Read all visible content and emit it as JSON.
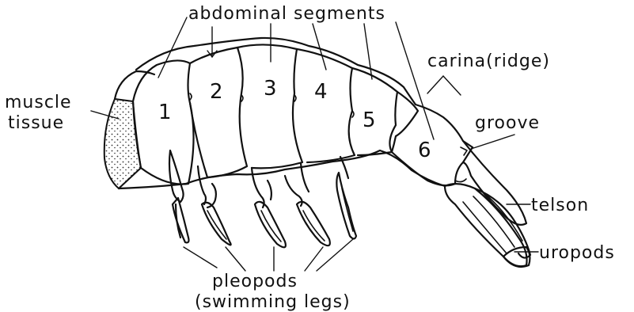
{
  "labels": {
    "abdominal_segments": "abdominal segments",
    "muscle": "muscle",
    "tissue": "tissue",
    "carina": "carina(ridge)",
    "groove": "groove",
    "telson": "telson",
    "uropods": "uropods",
    "pleopods": "pleopods",
    "swimming_legs": "(swimming legs)"
  },
  "segment_numbers": [
    "1",
    "2",
    "3",
    "4",
    "5",
    "6"
  ],
  "colors": {
    "ink": "#111111",
    "background": "#ffffff"
  }
}
